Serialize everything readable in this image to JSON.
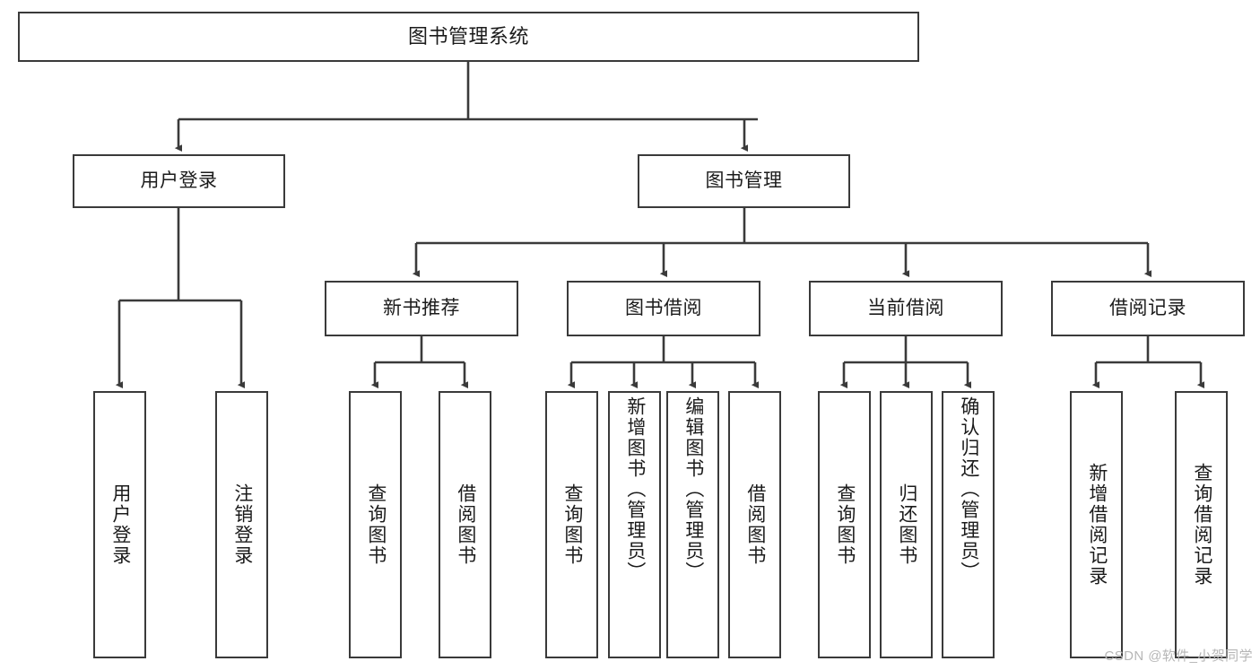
{
  "diagram": {
    "title": "图书管理系统",
    "type": "tree",
    "orientation": "top-down",
    "edge_color": "#3a3a3a",
    "node_border_color": "#3a3a3a",
    "node_fill_color": "#ffffff",
    "text_color": "#1b1b1b",
    "background_color": "#ffffff"
  },
  "nodes": {
    "root": {
      "label": "图书管理系统",
      "level": 0
    },
    "level1": [
      {
        "id": "user-login",
        "label": "用户登录"
      },
      {
        "id": "book-manage",
        "label": "图书管理"
      }
    ],
    "level2": [
      {
        "id": "new-book-recommend",
        "label": "新书推荐",
        "parent": "book-manage"
      },
      {
        "id": "book-borrow",
        "label": "图书借阅",
        "parent": "book-manage"
      },
      {
        "id": "current-borrow",
        "label": "当前借阅",
        "parent": "book-manage"
      },
      {
        "id": "borrow-record",
        "label": "借阅记录",
        "parent": "book-manage"
      }
    ],
    "leaves": [
      {
        "id": "leaf-user-login",
        "label": "用户登录",
        "parent": "user-login"
      },
      {
        "id": "leaf-user-logout",
        "label": "注销登录",
        "parent": "user-login"
      },
      {
        "id": "leaf-recommend-query",
        "label": "查询图书",
        "parent": "new-book-recommend"
      },
      {
        "id": "leaf-recommend-borrow",
        "label": "借阅图书",
        "parent": "new-book-recommend"
      },
      {
        "id": "leaf-borrow-query",
        "label": "查询图书",
        "parent": "book-borrow"
      },
      {
        "id": "leaf-borrow-add",
        "label": "新增图书（管理员）",
        "parent": "book-borrow"
      },
      {
        "id": "leaf-borrow-edit",
        "label": "编辑图书（管理员）",
        "parent": "book-borrow"
      },
      {
        "id": "leaf-borrow-lend",
        "label": "借阅图书",
        "parent": "book-borrow"
      },
      {
        "id": "leaf-current-query",
        "label": "查询图书",
        "parent": "current-borrow"
      },
      {
        "id": "leaf-current-return",
        "label": "归还图书",
        "parent": "current-borrow"
      },
      {
        "id": "leaf-current-confirm",
        "label": "确认归还（管理员）",
        "parent": "current-borrow"
      },
      {
        "id": "leaf-record-add",
        "label": "新增借阅记录",
        "parent": "borrow-record"
      },
      {
        "id": "leaf-record-query",
        "label": "查询借阅记录",
        "parent": "borrow-record"
      }
    ]
  },
  "watermark": {
    "text": "CSDN @软件_小贺同学"
  }
}
